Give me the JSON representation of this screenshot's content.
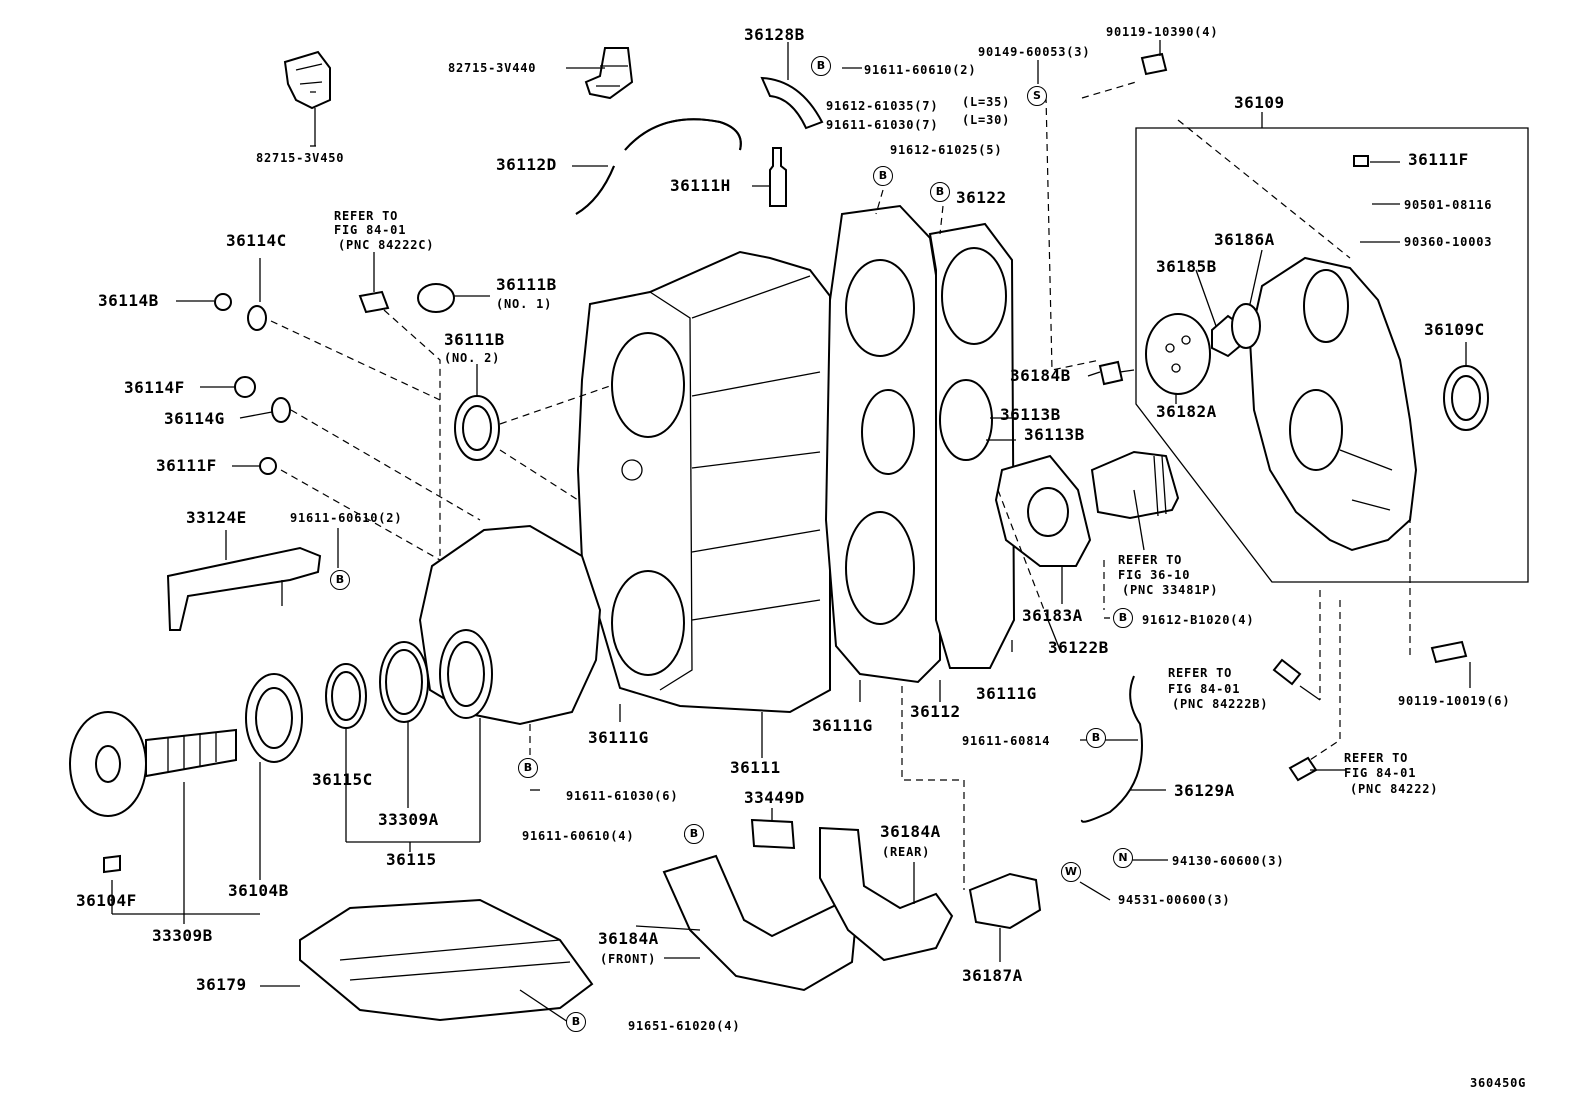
{
  "diagram_code": "360450G",
  "badges": {
    "b": "B",
    "s": "S",
    "n": "N",
    "w": "W"
  },
  "labels": {
    "p82715_3v440": "82715-3V440",
    "p82715_3v450": "82715-3V450",
    "p36128b": "36128B",
    "p91611_60610_2_top": "91611-60610(2)",
    "p90149_60053": "90149-60053(3)",
    "p90119_10390": "90119-10390(4)",
    "p91612_61035": "91612-61035(7)",
    "l35": "(L=35)",
    "p91611_61030_7": "91611-61030(7)",
    "l30": "(L=30)",
    "p91612_61025": "91612-61025(5)",
    "p36109": "36109",
    "p36111f_r": "36111F",
    "p90501_08116": "90501-08116",
    "p90360_10003": "90360-10003",
    "p36112d": "36112D",
    "p36111h": "36111H",
    "p36122": "36122",
    "ref1_a": "REFER TO",
    "ref1_b": "FIG 84-01",
    "ref1_c": "(PNC 84222C)",
    "p36114c": "36114C",
    "p36114b": "36114B",
    "p36111b_1": "36111B",
    "no1": "(NO. 1)",
    "p36111b_2": "36111B",
    "no2": "(NO. 2)",
    "p36186a": "36186A",
    "p36185b": "36185B",
    "p36109c": "36109C",
    "p36184b": "36184B",
    "p36182a": "36182A",
    "p36114f": "36114F",
    "p36114g": "36114G",
    "p36113b_1": "36113B",
    "p36113b_2": "36113B",
    "p36111f_l": "36111F",
    "p33124e": "33124E",
    "p91611_60610_2_left": "91611-60610(2)",
    "ref2_a": "REFER TO",
    "ref2_b": "FIG 36-10",
    "ref2_c": "(PNC 33481P)",
    "p36183a": "36183A",
    "p91612_b1020": "91612-B1020(4)",
    "p36122b": "36122B",
    "ref3_a": "REFER TO",
    "ref3_b": "FIG 84-01",
    "ref3_c": "(PNC 84222B)",
    "p90119_10019": "90119-10019(6)",
    "p36111g_c": "36111G",
    "p36111g_a": "36111G",
    "p36111g_b": "36111G",
    "p36112": "36112",
    "p36111": "36111",
    "p36115c": "36115C",
    "p91611_60814": "91611-60814",
    "ref4_a": "REFER TO",
    "ref4_b": "FIG 84-01",
    "ref4_c": "(PNC 84222)",
    "p91611_61030_6": "91611-61030(6)",
    "p36129a": "36129A",
    "p33449d": "33449D",
    "p33309a": "33309A",
    "p36184a_rear": "36184A",
    "rear": "(REAR)",
    "p91611_60610_4": "91611-60610(4)",
    "p94130_60600": "94130-60600(3)",
    "p36115": "36115",
    "p36104f": "36104F",
    "p36104b": "36104B",
    "p94531_00600": "94531-00600(3)",
    "p36184a_front": "36184A",
    "front": "(FRONT)",
    "p33309b": "33309B",
    "p36179": "36179",
    "p36187a": "36187A",
    "p91651_61020": "91651-61020(4)"
  }
}
